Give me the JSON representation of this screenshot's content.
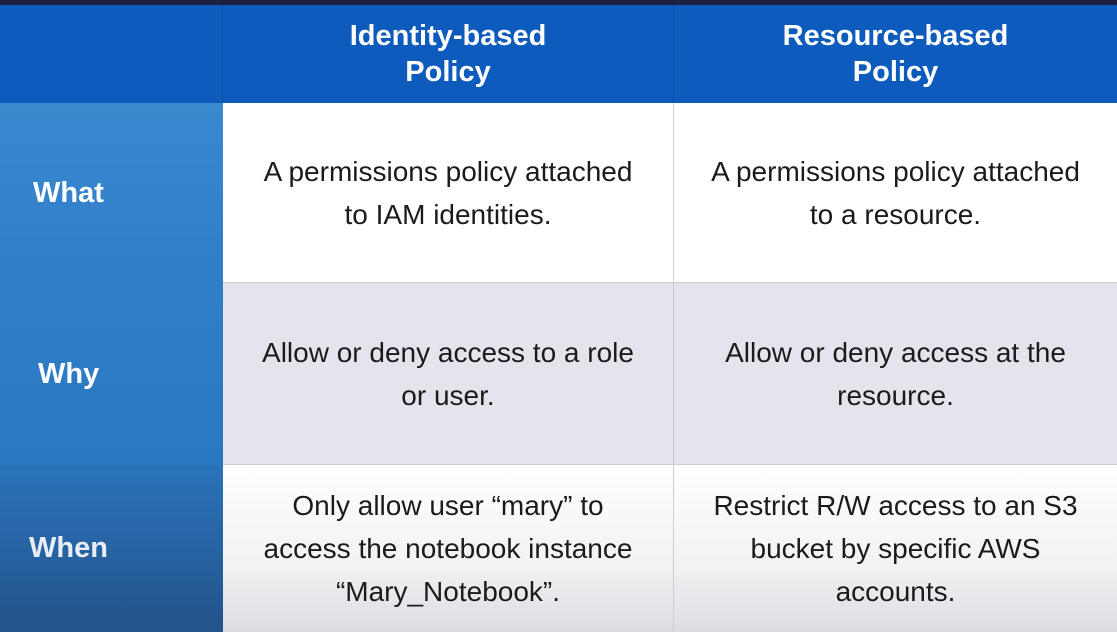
{
  "table": {
    "columns": [
      "",
      "Identity-based\nPolicy",
      "Resource-based\nPolicy"
    ],
    "rows": [
      {
        "label": "What",
        "identity": "A permissions policy attached\nto IAM identities.",
        "resource": "A permissions policy attached\nto a resource."
      },
      {
        "label": "Why",
        "identity": "Allow or deny access to a role\nor user.",
        "resource": "Allow or deny access at the\nresource."
      },
      {
        "label": "When",
        "identity": "Only allow user “mary” to\naccess the notebook instance\n“Mary_Notebook”.",
        "resource": "Restrict R/W access to an S3\nbucket by specific AWS\naccounts."
      }
    ]
  },
  "colors": {
    "header_bg": "#0d5bbd",
    "row_header_bg": "#2f7ec8",
    "alt_row_bg": "#e4e5ec"
  }
}
